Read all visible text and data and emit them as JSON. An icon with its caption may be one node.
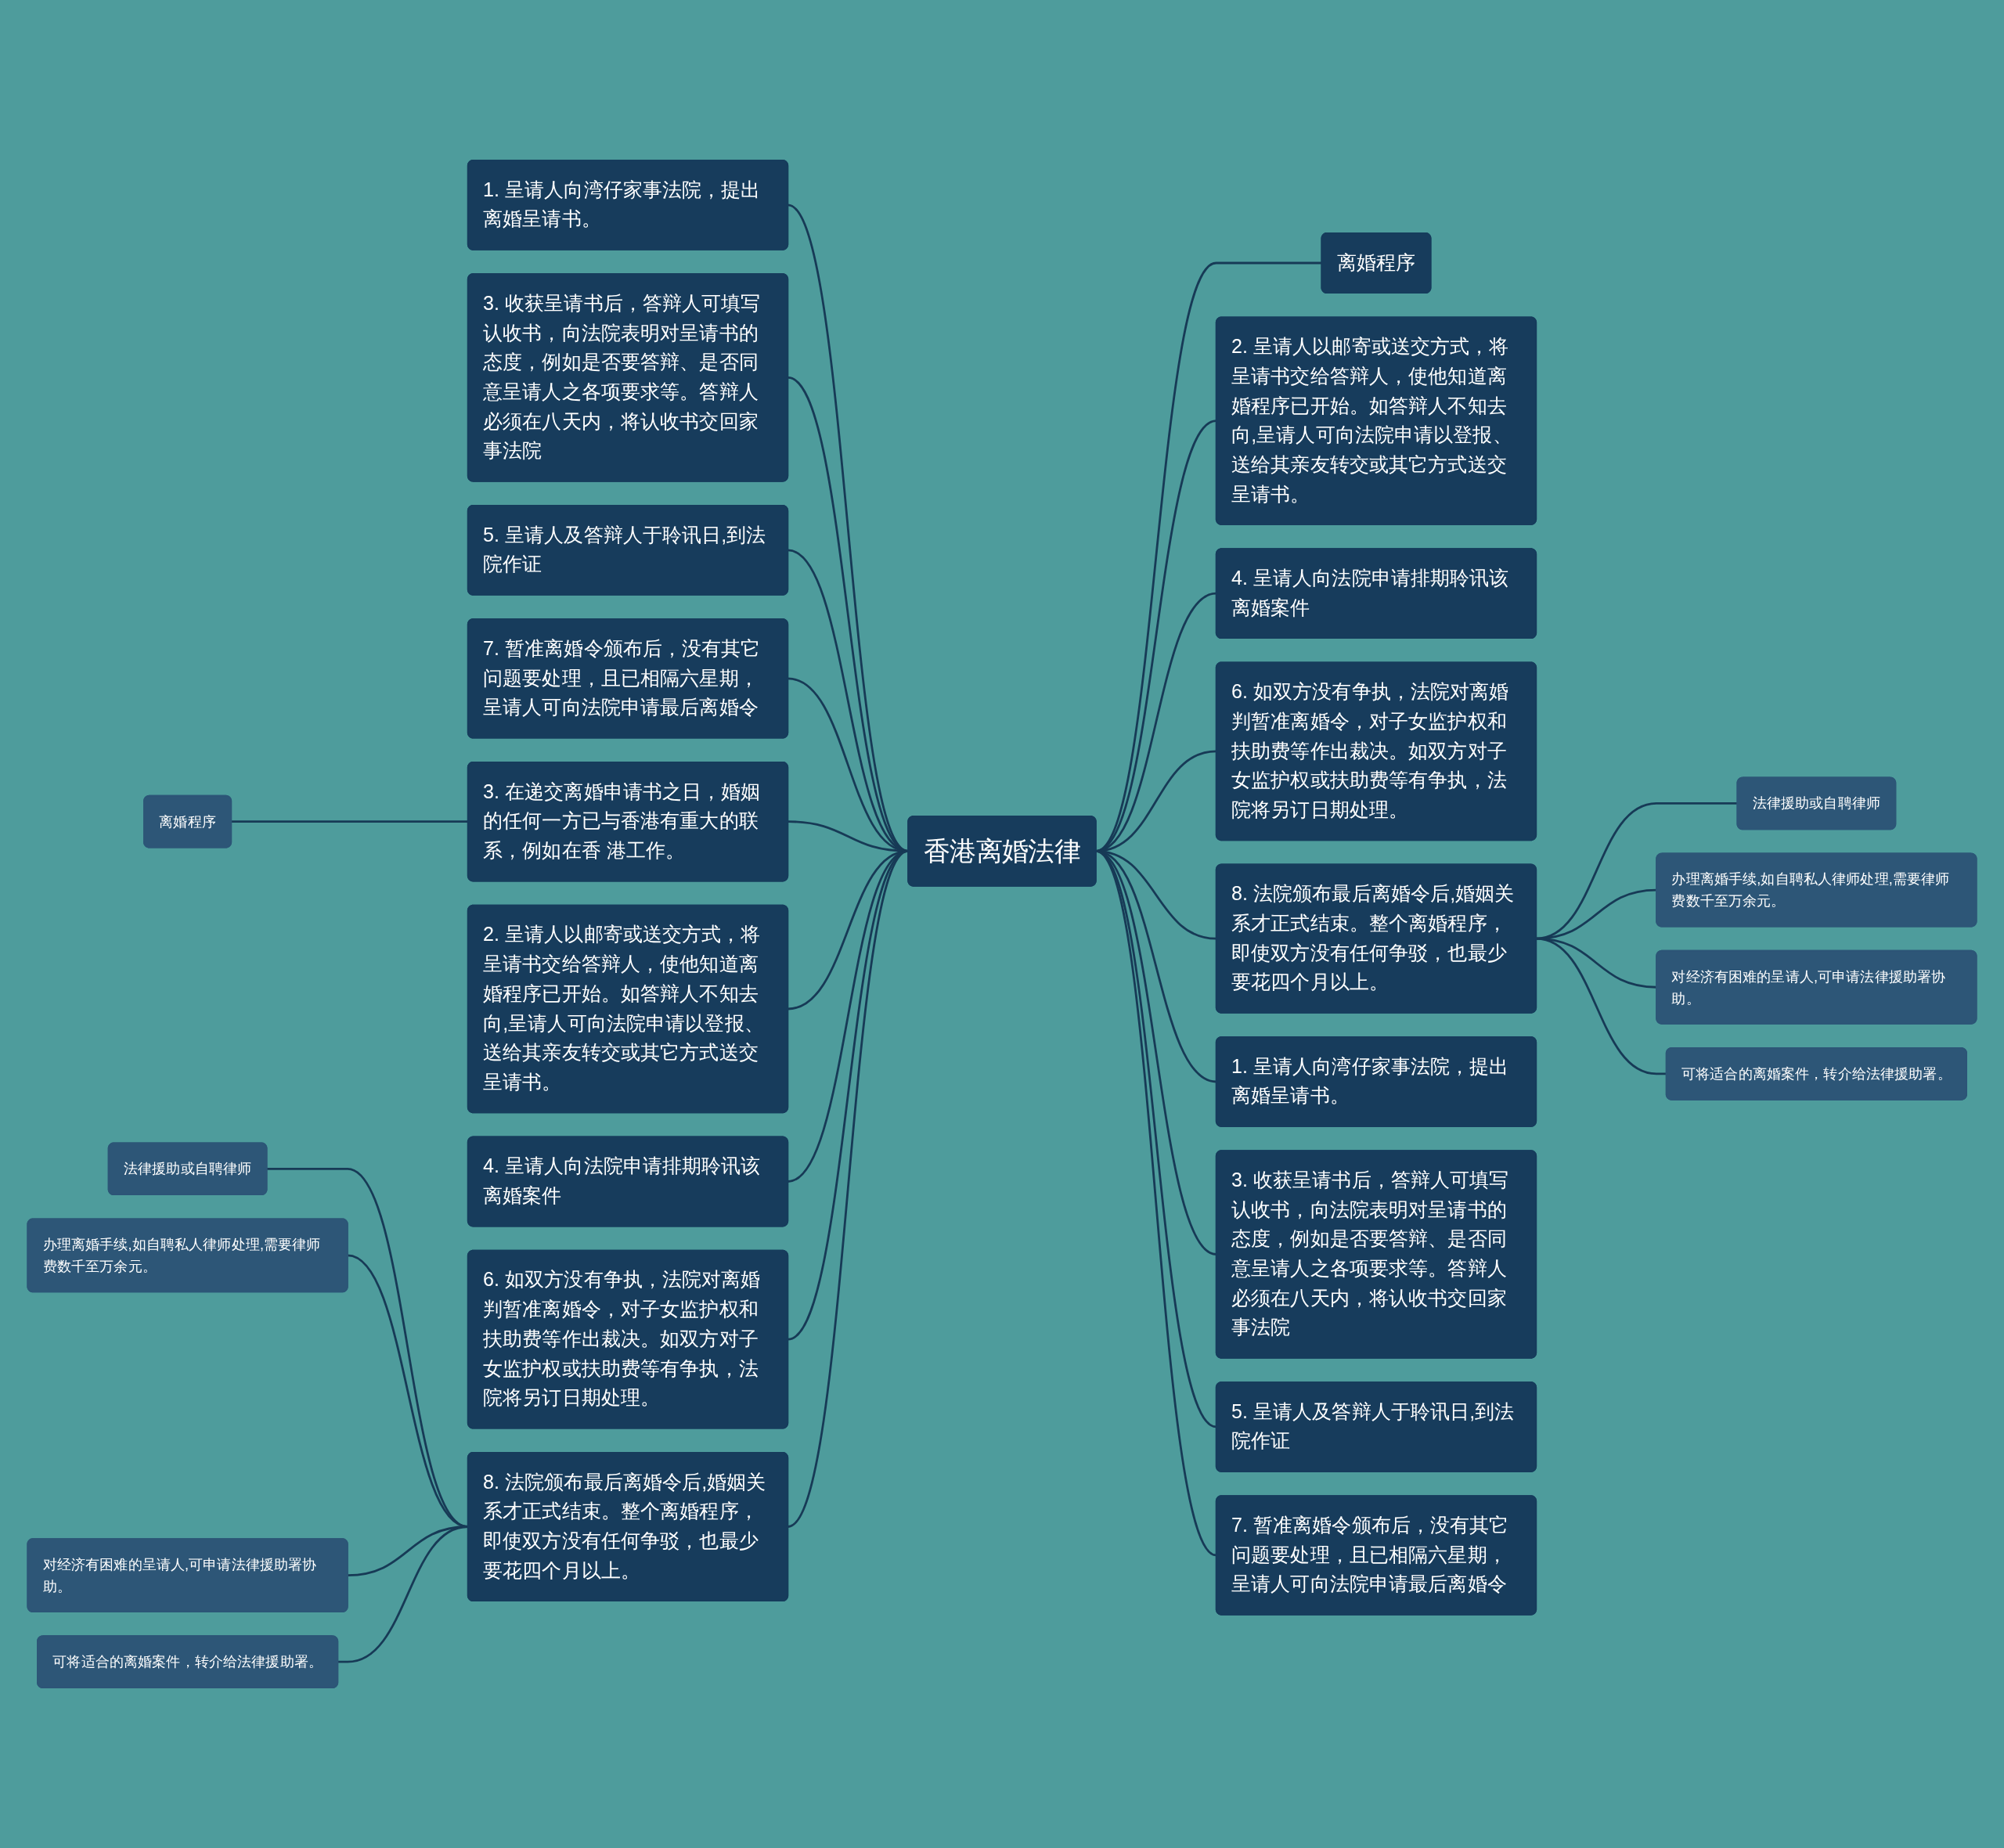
{
  "diagram": {
    "nodes": [
      {
        "text": [
          "香港离婚法律"
        ]
      },
      {
        "text": [
          "1. 呈请人向湾仔家事法院，提出离婚呈请书。"
        ]
      },
      {
        "text": [
          "3. 收获呈请书后，答辩人可填写认收书，向法院表明对呈请书的态度，例如是否要答辩、是否同意呈请人之各项要求等。答辩人必须在八天内，将认收书交回家事法院"
        ]
      },
      {
        "text": [
          "5. 呈请人及答辩人于聆讯日,到法院作证"
        ]
      },
      {
        "text": [
          "7. 暂准离婚令颁布后，没有其它问题要处理，且已相隔六星期，呈请人可向法院申请最后离婚令"
        ]
      },
      {
        "text": [
          "3. 在递交离婚申请书之日，婚姻的任何一方已与香港有重大的联系，例如在香 港工作。"
        ]
      },
      {
        "text": [
          "离婚程序"
        ]
      },
      {
        "text": [
          "2. 呈请人以邮寄或送交方式，将呈请书交给答辩人，使他知道离婚程序已开始。如答辩人不知去向,呈请人可向法院申请以登报、送给其亲友转交或其它方式送交呈请书。"
        ]
      },
      {
        "text": [
          "4. 呈请人向法院申请排期聆讯该离婚案件"
        ]
      },
      {
        "text": [
          "6. 如双方没有争执，法院对离婚判暂准离婚令，对子女监护权和扶助费等作出裁决。如双方对子女监护权或扶助费等有争执，法院将另订日期处理。"
        ]
      },
      {
        "text": [
          "8. 法院颁布最后离婚令后,婚姻关系才正式结束。整个离婚程序，即使双方没有任何争驳，也最少要花四个月以上。"
        ]
      },
      {
        "text": [
          "法律援助或自聘律师"
        ]
      },
      {
        "text": [
          "办理离婚手续,如自聘私人律师处理,需要律师费数千至万余元。"
        ]
      },
      {
        "text": [
          "对经济有困难的呈请人,可申请法律援助署协助。"
        ]
      },
      {
        "text": [
          "可将适合的离婚案件，转介给法律援助署。"
        ]
      },
      {
        "text": [
          "离婚程序"
        ]
      },
      {
        "text": [
          "2. 呈请人以邮寄或送交方式，将呈请书交给答辩人，使他知道离婚程序已开始。如答辩人不知去向,呈请人可向法院申请以登报、送给其亲友转交或其它方式送交呈请书。"
        ]
      },
      {
        "text": [
          "4. 呈请人向法院申请排期聆讯该离婚案件"
        ]
      },
      {
        "text": [
          "6. 如双方没有争执，法院对离婚判暂准离婚令，对子女监护权和扶助费等作出裁决。如双方对子女监护权或扶助费等有争执，法院将另订日期处理。"
        ]
      },
      {
        "text": [
          "8. 法院颁布最后离婚令后,婚姻关系才正式结束。整个离婚程序，即使双方没有任何争驳，也最少要花四个月以上。"
        ]
      },
      {
        "text": [
          "法律援助或自聘律师"
        ]
      },
      {
        "text": [
          "办理离婚手续,如自聘私人律师处理,需要律师费数千至万余元。"
        ]
      },
      {
        "text": [
          "对经济有困难的呈请人,可申请法律援助署协助。"
        ]
      },
      {
        "text": [
          "可将适合的离婚案件，转介给法律援助署。"
        ]
      },
      {
        "text": [
          "1. 呈请人向湾仔家事法院，提出离婚呈请书。"
        ]
      },
      {
        "text": [
          "3. 收获呈请书后，答辩人可填写认收书，向法院表明对呈请书的态度，例如是否要答辩、是否同意呈请人之各项要求等。答辩人必须在八天内，将认收书交回家事法院"
        ]
      },
      {
        "text": [
          "5. 呈请人及答辩人于聆讯日,到法院作证"
        ]
      },
      {
        "text": [
          "7. 暂准离婚令颁布后，没有其它问题要处理，且已相隔六星期，呈请人可向法院申请最后离婚令"
        ]
      }
    ],
    "edges": [
      {
        "from": 1,
        "to": 0,
        "arrow": "none"
      },
      {
        "from": 2,
        "to": 0,
        "arrow": "none"
      },
      {
        "from": 3,
        "to": 0,
        "arrow": "none"
      },
      {
        "from": 4,
        "to": 0,
        "arrow": "none"
      },
      {
        "from": 5,
        "to": 0,
        "arrow": "none"
      },
      {
        "from": 6,
        "to": 5,
        "arrow": "none"
      },
      {
        "from": 7,
        "to": 0,
        "arrow": "none"
      },
      {
        "from": 8,
        "to": 0,
        "arrow": "none"
      },
      {
        "from": 9,
        "to": 0,
        "arrow": "none"
      },
      {
        "from": 10,
        "to": 0,
        "arrow": "none"
      },
      {
        "from": 11,
        "to": 10,
        "arrow": "none"
      },
      {
        "from": 12,
        "to": 10,
        "arrow": "none"
      },
      {
        "from": 13,
        "to": 10,
        "arrow": "none"
      },
      {
        "from": 14,
        "to": 10,
        "arrow": "none"
      },
      {
        "from": 0,
        "to": 15,
        "arrow": "none"
      },
      {
        "from": 0,
        "to": 16,
        "arrow": "none"
      },
      {
        "from": 0,
        "to": 17,
        "arrow": "none"
      },
      {
        "from": 0,
        "to": 18,
        "arrow": "none"
      },
      {
        "from": 0,
        "to": 19,
        "arrow": "none"
      },
      {
        "from": 19,
        "to": 20,
        "arrow": "none"
      },
      {
        "from": 19,
        "to": 21,
        "arrow": "none"
      },
      {
        "from": 19,
        "to": 22,
        "arrow": "none"
      },
      {
        "from": 19,
        "to": 23,
        "arrow": "none"
      },
      {
        "from": 0,
        "to": 24,
        "arrow": "none"
      },
      {
        "from": 0,
        "to": 25,
        "arrow": "none"
      },
      {
        "from": 0,
        "to": 26,
        "arrow": "none"
      },
      {
        "from": 0,
        "to": 27,
        "arrow": "none"
      }
    ]
  }
}
